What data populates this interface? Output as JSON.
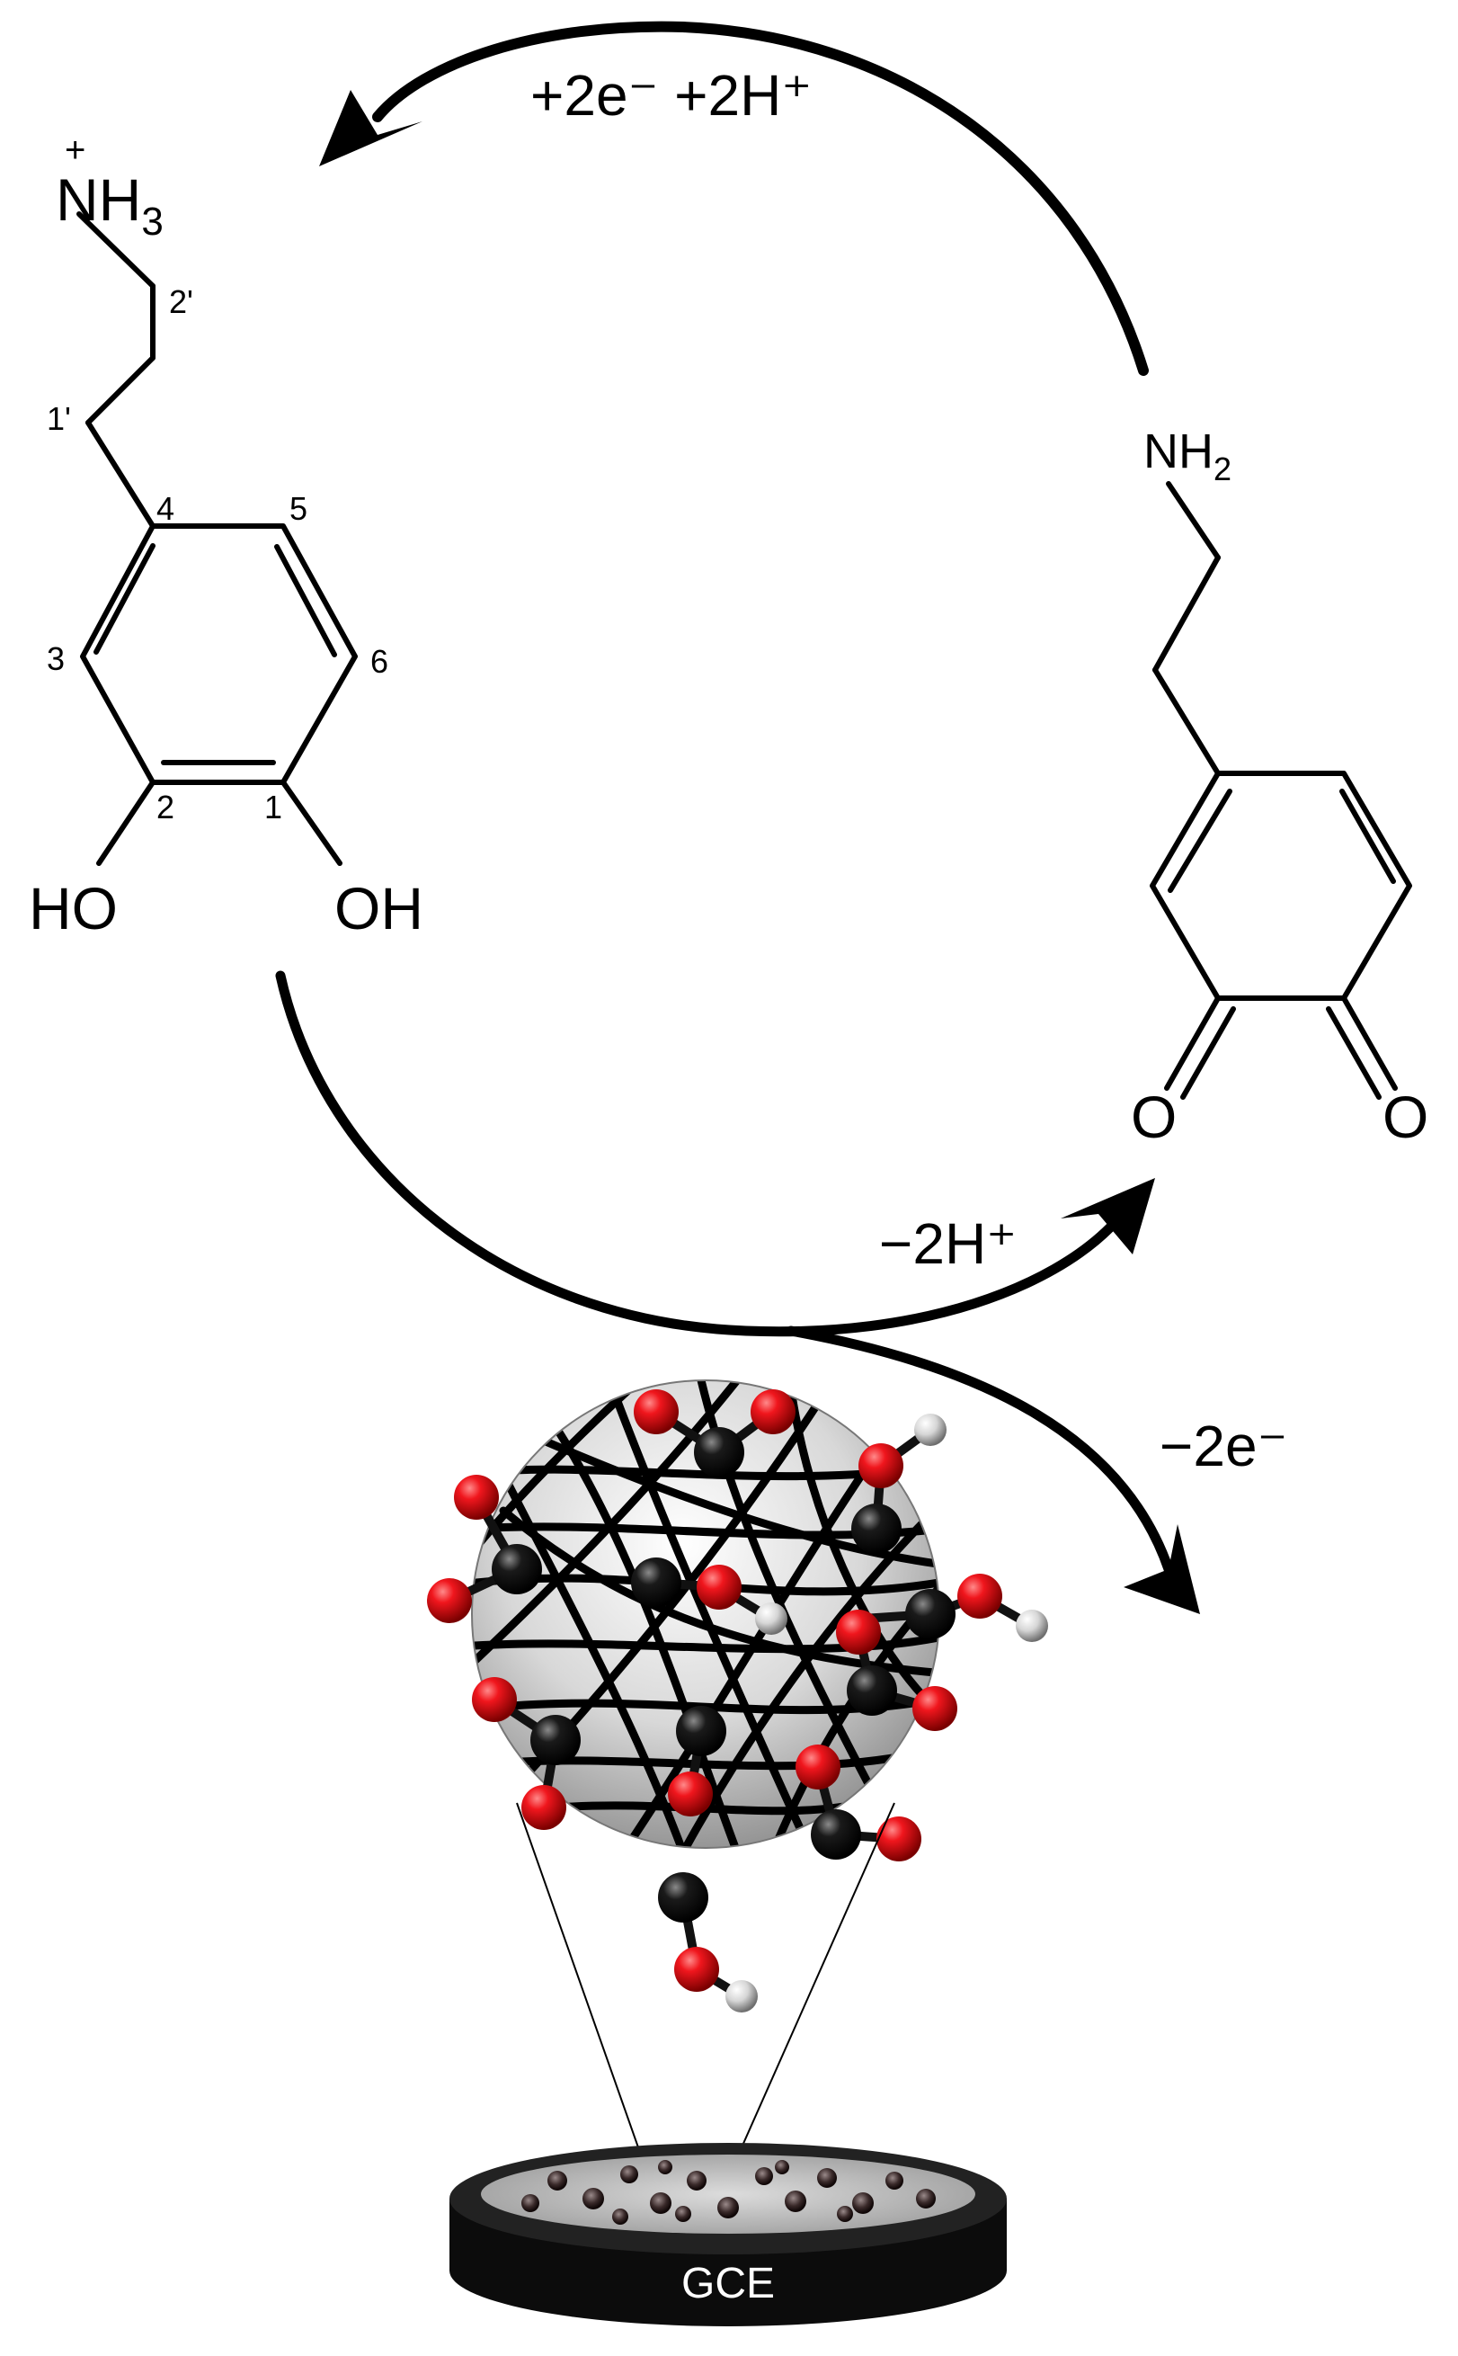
{
  "dopamine": {
    "amine": "NH",
    "amine_sub": "3",
    "charge": "+",
    "hydroxyl_left": "HO",
    "hydroxyl_right": "OH",
    "atom_numbers": [
      "2'",
      "1'",
      "4",
      "5",
      "3",
      "6",
      "2",
      "1"
    ]
  },
  "quinone": {
    "amine": "NH",
    "amine_sub": "2",
    "oxygen_left": "O",
    "oxygen_right": "O"
  },
  "reactions": {
    "reduction": "+2e⁻ +2H⁺",
    "proton_loss": "−2H⁺",
    "electron_loss": "−2e⁻"
  },
  "electrode": {
    "label": "GCE"
  },
  "colors": {
    "oxygen": "#e8141b",
    "carbon": "#111111",
    "hydrogen": "#d9d9d9",
    "electrode_body": "#111111",
    "electrode_surface": "#bdbdbd"
  }
}
